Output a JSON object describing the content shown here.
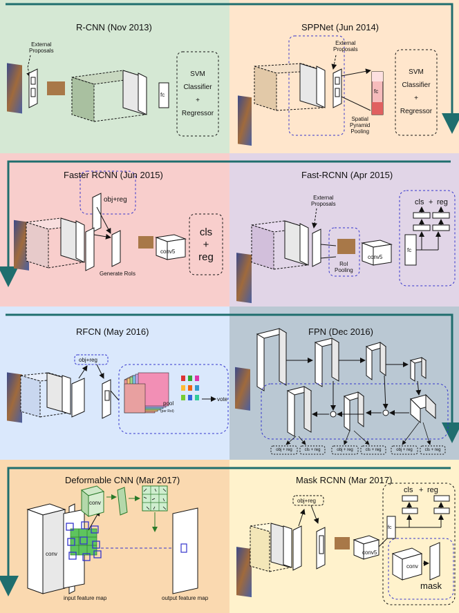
{
  "panels": {
    "rcnn": {
      "title": "R-CNN (Nov 2013)",
      "external": "External\nProposals",
      "fc": "fc",
      "classifier": "SVM\nClassifier\n+\nRegressor"
    },
    "sppnet": {
      "title": "SPPNet (Jun 2014)",
      "external": "External\nProposals",
      "fc": "fc",
      "spp": "Spatial\nPyramid\nPooling",
      "classifier": "SVM\nClassifier\n+\nRegressor"
    },
    "faster": {
      "title": "Faster RCNN (Jun 2015)",
      "objreg": "obj+reg",
      "generate": "Generate RoIs",
      "conv5": "conv5",
      "clsreg": "cls\n+\nreg"
    },
    "fast": {
      "title": "Fast-RCNN (Apr 2015)",
      "external": "External\nProposals",
      "roi": "RoI\nPooling",
      "conv5": "conv5",
      "fc": "fc",
      "cls": "cls",
      "plus": "+",
      "reg": "reg"
    },
    "rfcn": {
      "title": "RFCN (May 2016)",
      "objreg": "obj+reg",
      "pool": "pool",
      "perroi": "(per RoI)",
      "vote": "vote"
    },
    "fpn": {
      "title": "FPN (Dec 2016)",
      "heads": [
        "obj + reg",
        "cls + reg",
        "obj + reg",
        "cls + reg",
        "obj + reg",
        "cls + reg"
      ]
    },
    "deformable": {
      "title": "Deformable CNN (Mar 2017)",
      "conv_top": "conv",
      "conv_left": "conv",
      "input": "input feature map",
      "output": "output feature map"
    },
    "mask": {
      "title": "Mask RCNN (Mar 2017)",
      "objreg": "obj+reg",
      "fc": "fc",
      "conv5": "conv5",
      "conv": "conv",
      "cls": "cls",
      "plus": "+",
      "reg": "reg",
      "mask": "mask"
    }
  },
  "colors": {
    "rcnn_bg": "#d5e8d4",
    "sppnet_bg": "#ffe6cc",
    "faster_bg": "#f8cecc",
    "fast_bg": "#e1d5e7",
    "rfcn_bg": "#dae8fc",
    "fpn_bg": "#bac8d3",
    "deformable_bg": "#fad9b0",
    "mask_bg": "#fff2cc",
    "arrow": "#1f6e6e",
    "dash_blue": "#3333cc"
  }
}
